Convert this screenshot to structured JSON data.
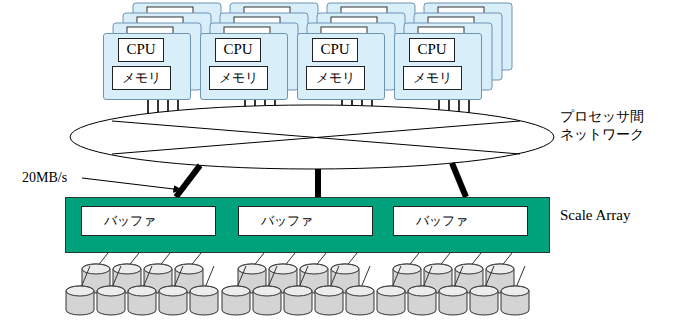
{
  "diagram": {
    "nodes": [
      {
        "text": []
      },
      {
        "text": [
          "CPU"
        ],
        "in": 0
      },
      {
        "text": [
          "メモリ"
        ],
        "in": 0
      },
      {
        "text": []
      },
      {
        "text": [
          "CPU"
        ],
        "in": 3
      },
      {
        "text": [
          "メモリ"
        ],
        "in": 3
      },
      {
        "text": []
      },
      {
        "text": [
          "CPU"
        ],
        "in": 6
      },
      {
        "text": [
          "メモリ"
        ],
        "in": 6
      },
      {
        "text": []
      },
      {
        "text": [
          "CPU"
        ],
        "in": 9
      },
      {
        "text": [
          "メモリ"
        ],
        "in": 9
      },
      {
        "text": [
          "プロセッサ間 ネットワーク"
        ]
      },
      {
        "text": [
          "Scale Array"
        ]
      },
      {
        "text": [
          "バッファ"
        ],
        "in": 13
      },
      {
        "text": [
          "バッファ"
        ],
        "in": 13
      },
      {
        "text": [
          "バッファ"
        ],
        "in": 13
      }
    ],
    "edges": [
      {
        "from": 0,
        "to": 12,
        "arrow": "none"
      },
      {
        "from": 3,
        "to": 12,
        "arrow": "none"
      },
      {
        "from": 6,
        "to": 12,
        "arrow": "none"
      },
      {
        "from": 9,
        "to": 12,
        "arrow": "none"
      },
      {
        "from": 12,
        "to": 13,
        "arrow": "none"
      },
      {
        "from": 12,
        "to": 13,
        "arrow": "none"
      },
      {
        "from": 12,
        "to": 13,
        "arrow": "none"
      }
    ],
    "labels": [
      "20MB/s"
    ]
  }
}
